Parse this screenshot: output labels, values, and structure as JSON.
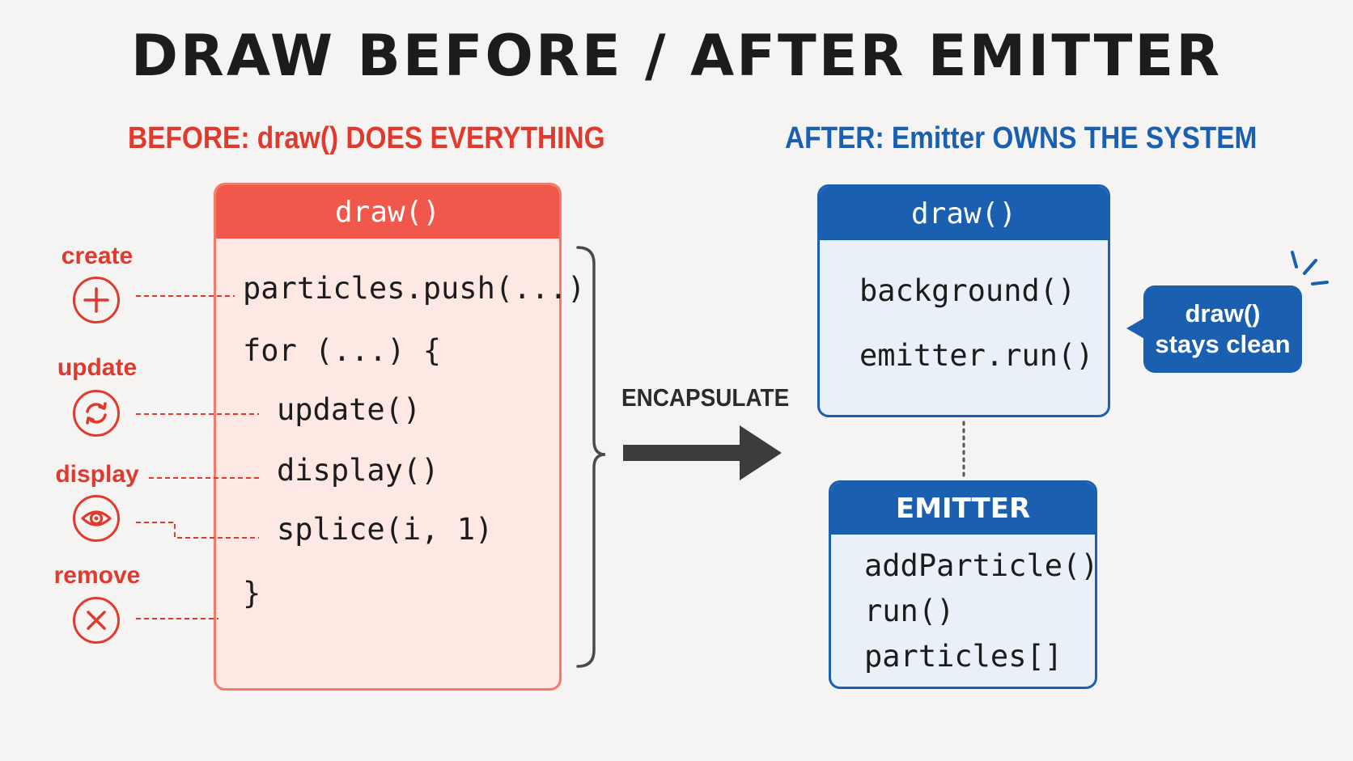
{
  "title": "DRAW BEFORE / AFTER EMITTER",
  "before": {
    "heading": "BEFORE: draw() DOES EVERYTHING",
    "box_title": "draw()",
    "code_lines": [
      "particles.push(...)",
      "for (...) {",
      "update()",
      "display()",
      "splice(i, 1)",
      "}"
    ],
    "side_labels": [
      "create",
      "update",
      "display",
      "remove"
    ]
  },
  "arrow_label": "ENCAPSULATE",
  "after": {
    "heading": "AFTER: Emitter OWNS THE SYSTEM",
    "draw_box": {
      "title": "draw()",
      "lines": [
        "background()",
        "emitter.run()"
      ]
    },
    "emitter_box": {
      "title": "EMITTER",
      "lines": [
        "addParticle()",
        "run()",
        "particles[]"
      ]
    },
    "callout_lines": [
      "draw()",
      "stays clean"
    ]
  },
  "colors": {
    "red": "#e03a2e",
    "blue": "#1a5fb0",
    "background": "#f5f4f2"
  }
}
